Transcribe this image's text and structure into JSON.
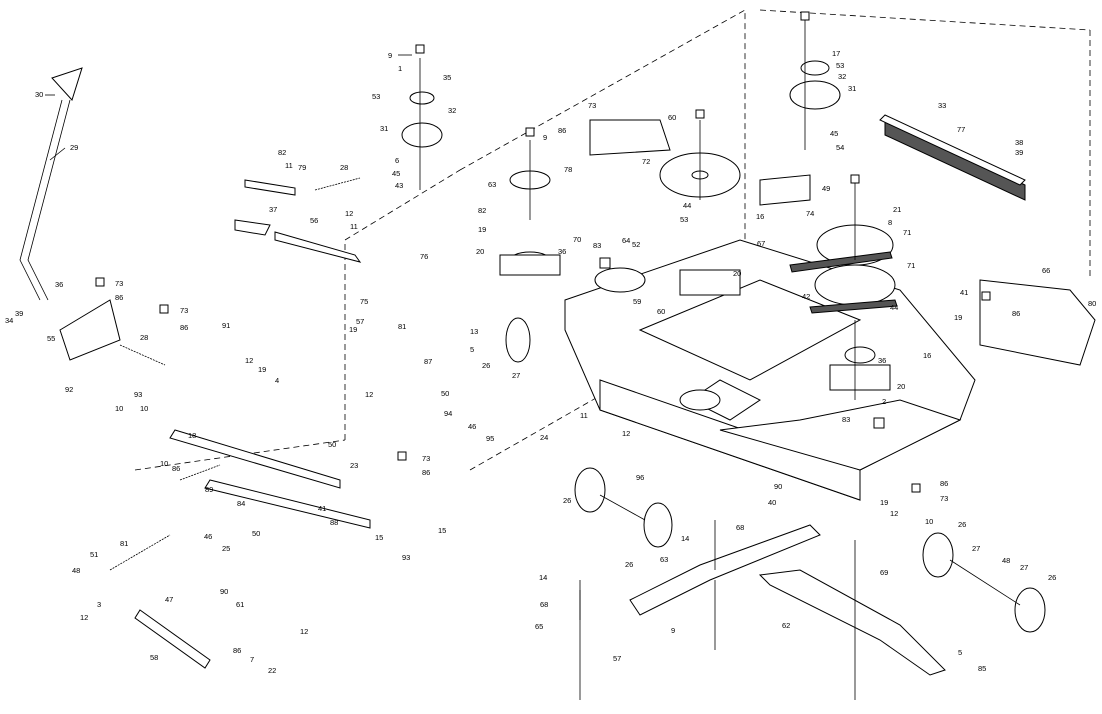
{
  "callouts": {
    "c_30": "30",
    "c_29": "29",
    "c_36": "36",
    "c_73a": "73",
    "c_86a": "86",
    "c_39": "39",
    "c_34": "34",
    "c_55": "55",
    "c_28a": "28",
    "c_73b": "73",
    "c_86b": "86",
    "c_91": "91",
    "c_92": "92",
    "c_10a": "10",
    "c_93a": "93",
    "c_10b": "10",
    "c_18": "18",
    "c_9a": "9",
    "c_1a": "1",
    "c_35a": "35",
    "c_53a": "53",
    "c_32a": "32",
    "c_31a": "31",
    "c_6a": "6",
    "c_45a": "45",
    "c_43": "43",
    "c_82a": "82",
    "c_11a": "11",
    "c_79": "79",
    "c_28b": "28",
    "c_12a": "12",
    "c_11b": "11",
    "c_37": "37",
    "c_56": "56",
    "c_76": "76",
    "c_75": "75",
    "c_57": "57",
    "c_81a": "81",
    "c_19a": "19",
    "c_87": "87",
    "c_12b": "12",
    "c_50a": "50",
    "c_94": "94",
    "c_46a": "46",
    "c_95": "95",
    "c_4a": "4",
    "c_19b": "19",
    "c_12c": "12",
    "c_50b": "50",
    "c_89": "89",
    "c_10c": "10",
    "c_86c": "86",
    "c_23": "23",
    "c_73c": "73",
    "c_86d": "86",
    "c_46b": "46",
    "c_84": "84",
    "c_25": "25",
    "c_41a": "41",
    "c_88": "88",
    "c_50c": "50",
    "c_15a": "15",
    "c_93b": "93",
    "c_15b": "15",
    "c_48a": "48",
    "c_51": "51",
    "c_81b": "81",
    "c_3a": "3",
    "c_47": "47",
    "c_12d": "12",
    "c_90a": "90",
    "c_61": "61",
    "c_58": "58",
    "c_86e": "86",
    "c_7": "7",
    "c_22": "22",
    "c_12e": "12",
    "c_9b": "9",
    "c_78": "78",
    "c_63a": "63",
    "c_82b": "82",
    "c_19c": "19",
    "c_70": "70",
    "c_20a": "20",
    "c_36b": "36",
    "c_73d": "73",
    "c_86f": "86",
    "c_60a": "60",
    "c_64": "64",
    "c_52": "52",
    "c_59": "59",
    "c_83a": "83",
    "c_13": "13",
    "c_5a": "5",
    "c_26a": "26",
    "c_27a": "27",
    "c_11c": "11",
    "c_24": "24",
    "c_12f": "12",
    "c_72": "72",
    "c_44a": "44",
    "c_53b": "53",
    "c_20b": "20",
    "c_67": "67",
    "c_60b": "60",
    "c_49": "49",
    "c_16a": "16",
    "c_74": "74",
    "c_17": "17",
    "c_53c": "53",
    "c_32b": "32",
    "c_31b": "31",
    "c_54": "54",
    "c_45b": "45",
    "c_21": "21",
    "c_71a": "71",
    "c_8": "8",
    "c_71b": "71",
    "c_42": "42",
    "c_44b": "44",
    "c_33": "33",
    "c_77": "77",
    "c_38": "38",
    "c_39b": "39",
    "c_66": "66",
    "c_41b": "41",
    "c_80": "80",
    "c_19d": "19",
    "c_86g": "86",
    "c_36c": "36",
    "c_16b": "16",
    "c_20c": "20",
    "c_83b": "83",
    "c_2": "2",
    "c_96": "96",
    "c_26b": "26",
    "c_26c": "26",
    "c_14a": "14",
    "c_68a": "68",
    "c_90b": "90",
    "c_40": "40",
    "c_63b": "63",
    "c_65": "65",
    "c_14b": "14",
    "c_68b": "68",
    "c_57b": "57",
    "c_9c": "9",
    "c_62": "62",
    "c_69": "69",
    "c_10d": "10",
    "c_26d": "26",
    "c_27b": "27",
    "c_48b": "48",
    "c_27c": "27",
    "c_26e": "26",
    "c_5b": "5",
    "c_85": "85",
    "c_73e": "73",
    "c_86h": "86",
    "c_19e": "19",
    "c_12g": "12"
  }
}
